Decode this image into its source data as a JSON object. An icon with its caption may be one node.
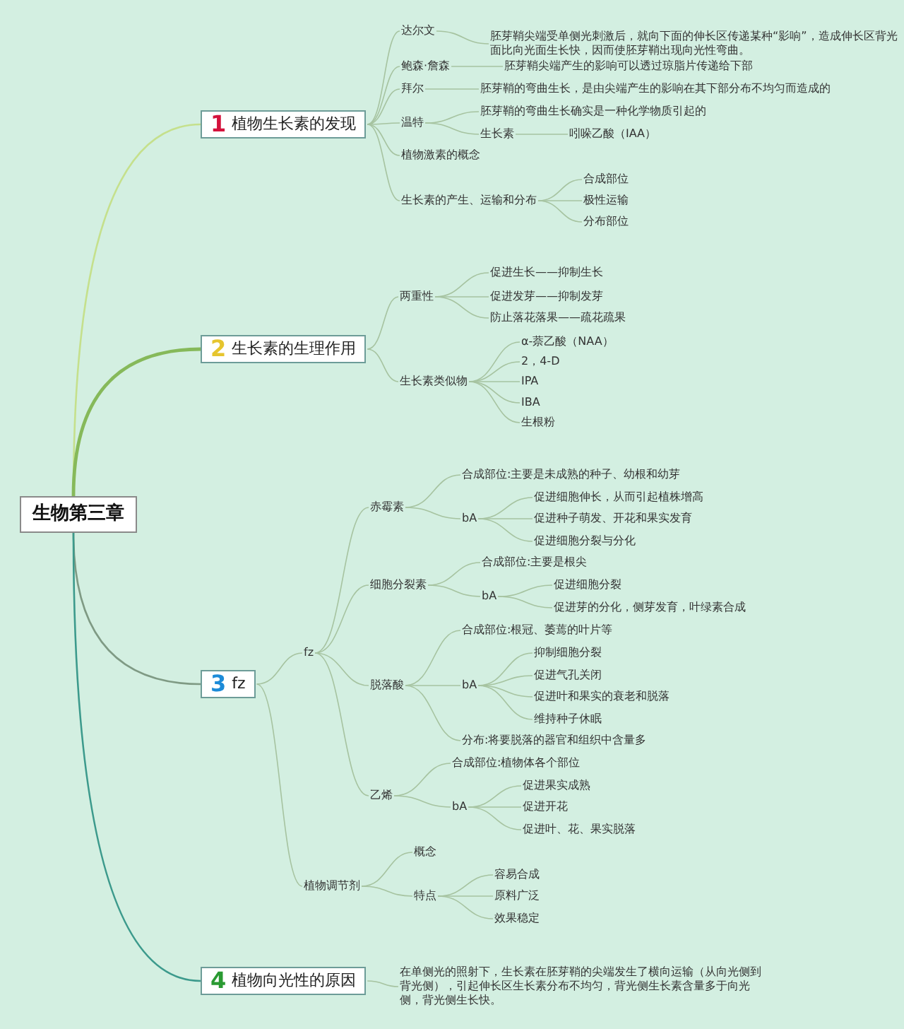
{
  "diagram": {
    "nodes": [
      {
        "text": [
          "生物第三章"
        ]
      },
      {
        "text": [
          "1",
          "植物生长素的发现"
        ]
      },
      {
        "text": [
          "达尔文"
        ]
      },
      {
        "text": [
          "胚芽鞘尖端受单侧光刺激后，就向下面的伸长区传递某种“影响”，造成伸长区背光面比向光面生长快，因而使胚芽鞘出现向光性弯曲。"
        ]
      },
      {
        "text": [
          "鲍森·詹森"
        ]
      },
      {
        "text": [
          "胚芽鞘尖端产生的影响可以透过琼脂片传递给下部"
        ]
      },
      {
        "text": [
          "拜尔"
        ]
      },
      {
        "text": [
          "胚芽鞘的弯曲生长，是由尖端产生的影响在其下部分布不均匀而造成的"
        ]
      },
      {
        "text": [
          "温特"
        ]
      },
      {
        "text": [
          "胚芽鞘的弯曲生长确实是一种化学物质引起的"
        ]
      },
      {
        "text": [
          "生长素"
        ]
      },
      {
        "text": [
          "吲哚乙酸（IAA）"
        ]
      },
      {
        "text": [
          "植物激素的概念"
        ]
      },
      {
        "text": [
          "生长素的产生、运输和分布"
        ]
      },
      {
        "text": [
          "合成部位"
        ]
      },
      {
        "text": [
          "极性运输"
        ]
      },
      {
        "text": [
          "分布部位"
        ]
      },
      {
        "text": [
          "2",
          "生长素的生理作用"
        ]
      },
      {
        "text": [
          "两重性"
        ]
      },
      {
        "text": [
          "促进生长——抑制生长"
        ]
      },
      {
        "text": [
          "促进发芽——抑制发芽"
        ]
      },
      {
        "text": [
          "防止落花落果——疏花疏果"
        ]
      },
      {
        "text": [
          "生长素类似物"
        ]
      },
      {
        "text": [
          "α-萘乙酸（NAA）"
        ]
      },
      {
        "text": [
          "2，4-D"
        ]
      },
      {
        "text": [
          "IPA"
        ]
      },
      {
        "text": [
          "IBA"
        ]
      },
      {
        "text": [
          "生根粉"
        ]
      },
      {
        "text": [
          "3",
          "fz"
        ]
      },
      {
        "text": [
          "fz"
        ]
      },
      {
        "text": [
          "赤霉素"
        ]
      },
      {
        "text": [
          "合成部位:主要是未成熟的种子、幼根和幼芽"
        ]
      },
      {
        "text": [
          "bA"
        ]
      },
      {
        "text": [
          "促进细胞伸长，从而引起植株增高"
        ]
      },
      {
        "text": [
          "促进种子萌发、开花和果实发育"
        ]
      },
      {
        "text": [
          "促进细胞分裂与分化"
        ]
      },
      {
        "text": [
          "细胞分裂素"
        ]
      },
      {
        "text": [
          "合成部位:主要是根尖"
        ]
      },
      {
        "text": [
          "bA"
        ]
      },
      {
        "text": [
          "促进细胞分裂"
        ]
      },
      {
        "text": [
          "促进芽的分化，侧芽发育，叶绿素合成"
        ]
      },
      {
        "text": [
          "脱落酸"
        ]
      },
      {
        "text": [
          "合成部位:根冠、萎蔫的叶片等"
        ]
      },
      {
        "text": [
          "bA"
        ]
      },
      {
        "text": [
          "抑制细胞分裂"
        ]
      },
      {
        "text": [
          "促进气孔关闭"
        ]
      },
      {
        "text": [
          "促进叶和果实的衰老和脱落"
        ]
      },
      {
        "text": [
          "维持种子休眠"
        ]
      },
      {
        "text": [
          "分布:将要脱落的器官和组织中含量多"
        ]
      },
      {
        "text": [
          "乙烯"
        ]
      },
      {
        "text": [
          "合成部位:植物体各个部位"
        ]
      },
      {
        "text": [
          "bA"
        ]
      },
      {
        "text": [
          "促进果实成熟"
        ]
      },
      {
        "text": [
          "促进开花"
        ]
      },
      {
        "text": [
          "促进叶、花、果实脱落"
        ]
      },
      {
        "text": [
          "植物调节剂"
        ]
      },
      {
        "text": [
          "概念"
        ]
      },
      {
        "text": [
          "特点"
        ]
      },
      {
        "text": [
          "容易合成"
        ]
      },
      {
        "text": [
          "原料广泛"
        ]
      },
      {
        "text": [
          "效果稳定"
        ]
      },
      {
        "text": [
          "4",
          "植物向光性的原因"
        ]
      },
      {
        "text": [
          "在单侧光的照射下，生长素在胚芽鞘的尖端发生了横向运输（从向光侧到背光侧），引起伸长区生长素分布不均匀，背光侧生长素含量多于向光侧，背光侧生长快。"
        ]
      }
    ],
    "edges": [
      {
        "from": 0,
        "to": 1,
        "arrow": "none",
        "color": "#c5e08c"
      },
      {
        "from": 1,
        "to": 2,
        "arrow": "none"
      },
      {
        "from": 2,
        "to": 3,
        "arrow": "none"
      },
      {
        "from": 1,
        "to": 4,
        "arrow": "none"
      },
      {
        "from": 4,
        "to": 5,
        "arrow": "none"
      },
      {
        "from": 1,
        "to": 6,
        "arrow": "none"
      },
      {
        "from": 6,
        "to": 7,
        "arrow": "none"
      },
      {
        "from": 1,
        "to": 8,
        "arrow": "none"
      },
      {
        "from": 8,
        "to": 9,
        "arrow": "none"
      },
      {
        "from": 8,
        "to": 10,
        "arrow": "none"
      },
      {
        "from": 10,
        "to": 11,
        "arrow": "none"
      },
      {
        "from": 1,
        "to": 12,
        "arrow": "none"
      },
      {
        "from": 1,
        "to": 13,
        "arrow": "none"
      },
      {
        "from": 13,
        "to": 14,
        "arrow": "none"
      },
      {
        "from": 13,
        "to": 15,
        "arrow": "none"
      },
      {
        "from": 13,
        "to": 16,
        "arrow": "none"
      },
      {
        "from": 0,
        "to": 17,
        "arrow": "none",
        "color": "#86b95a",
        "style": "thick"
      },
      {
        "from": 17,
        "to": 18,
        "arrow": "none"
      },
      {
        "from": 18,
        "to": 19,
        "arrow": "none"
      },
      {
        "from": 18,
        "to": 20,
        "arrow": "none"
      },
      {
        "from": 18,
        "to": 21,
        "arrow": "none"
      },
      {
        "from": 17,
        "to": 22,
        "arrow": "none"
      },
      {
        "from": 22,
        "to": 23,
        "arrow": "none"
      },
      {
        "from": 22,
        "to": 24,
        "arrow": "none"
      },
      {
        "from": 22,
        "to": 25,
        "arrow": "none"
      },
      {
        "from": 22,
        "to": 26,
        "arrow": "none"
      },
      {
        "from": 22,
        "to": 27,
        "arrow": "none"
      },
      {
        "from": 0,
        "to": 28,
        "arrow": "none",
        "color": "#7f9a84"
      },
      {
        "from": 28,
        "to": 29,
        "arrow": "none"
      },
      {
        "from": 29,
        "to": 30,
        "arrow": "none"
      },
      {
        "from": 30,
        "to": 31,
        "arrow": "none"
      },
      {
        "from": 30,
        "to": 32,
        "arrow": "none"
      },
      {
        "from": 32,
        "to": 33,
        "arrow": "none"
      },
      {
        "from": 32,
        "to": 34,
        "arrow": "none"
      },
      {
        "from": 32,
        "to": 35,
        "arrow": "none"
      },
      {
        "from": 29,
        "to": 36,
        "arrow": "none"
      },
      {
        "from": 36,
        "to": 37,
        "arrow": "none"
      },
      {
        "from": 36,
        "to": 38,
        "arrow": "none"
      },
      {
        "from": 38,
        "to": 39,
        "arrow": "none"
      },
      {
        "from": 38,
        "to": 40,
        "arrow": "none"
      },
      {
        "from": 29,
        "to": 41,
        "arrow": "none"
      },
      {
        "from": 41,
        "to": 42,
        "arrow": "none"
      },
      {
        "from": 41,
        "to": 43,
        "arrow": "none"
      },
      {
        "from": 43,
        "to": 44,
        "arrow": "none"
      },
      {
        "from": 43,
        "to": 45,
        "arrow": "none"
      },
      {
        "from": 43,
        "to": 46,
        "arrow": "none"
      },
      {
        "from": 43,
        "to": 47,
        "arrow": "none"
      },
      {
        "from": 41,
        "to": 48,
        "arrow": "none"
      },
      {
        "from": 29,
        "to": 49,
        "arrow": "none"
      },
      {
        "from": 49,
        "to": 50,
        "arrow": "none"
      },
      {
        "from": 49,
        "to": 51,
        "arrow": "none"
      },
      {
        "from": 51,
        "to": 52,
        "arrow": "none"
      },
      {
        "from": 51,
        "to": 53,
        "arrow": "none"
      },
      {
        "from": 51,
        "to": 54,
        "arrow": "none"
      },
      {
        "from": 28,
        "to": 55,
        "arrow": "none"
      },
      {
        "from": 55,
        "to": 56,
        "arrow": "none"
      },
      {
        "from": 55,
        "to": 57,
        "arrow": "none"
      },
      {
        "from": 57,
        "to": 58,
        "arrow": "none"
      },
      {
        "from": 57,
        "to": 59,
        "arrow": "none"
      },
      {
        "from": 57,
        "to": 60,
        "arrow": "none"
      },
      {
        "from": 0,
        "to": 61,
        "arrow": "none",
        "color": "#3c9a8c"
      },
      {
        "from": 61,
        "to": 62,
        "arrow": "none"
      }
    ]
  }
}
